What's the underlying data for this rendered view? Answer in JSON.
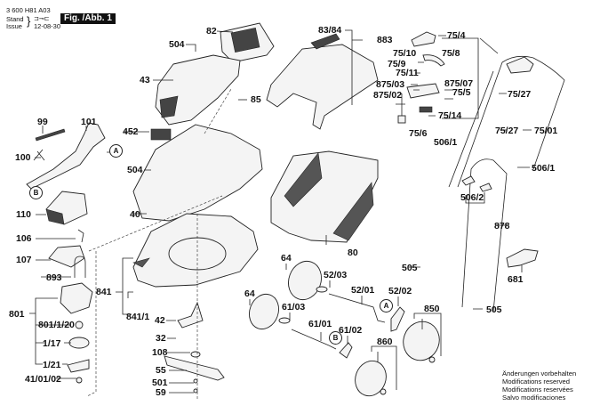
{
  "header": {
    "part_number": "3 600 H81 A03",
    "stand_label": "Stand",
    "issue_label": "Issue",
    "date": "12-08-30",
    "figure_label": "Fig. /Abb. 1"
  },
  "notes": [
    "Änderungen vorbehalten",
    "Modifications reserved",
    "Modifications reservées",
    "Salvo modificaciones"
  ],
  "callouts": {
    "A": "A",
    "B": "B"
  },
  "labels": {
    "l82": "82",
    "l504a": "504",
    "l43": "43",
    "l85": "85",
    "l8384": "83/84",
    "l883": "883",
    "l75_4": "75/4",
    "l75_10": "75/10",
    "l75_8": "75/8",
    "l75_9": "75/9",
    "l75_11": "75/11",
    "l875_03": "875/03",
    "l875_07": "875/07",
    "l875_02": "875/02",
    "l75_5": "75/5",
    "l75_14": "75/14",
    "l75_6": "75/6",
    "l506_1a": "506/1",
    "l75_27a": "75/27",
    "l75_27b": "75/27",
    "l75_01": "75/01",
    "l506_1b": "506/1",
    "l506_2": "506/2",
    "l878": "878",
    "l681": "681",
    "l505a": "505",
    "l505b": "505",
    "l99": "99",
    "l101": "101",
    "l100": "100",
    "l452": "452",
    "l504b": "504",
    "l40": "40",
    "l110": "110",
    "l106": "106",
    "l107": "107",
    "l80": "80",
    "l893": "893",
    "l801": "801",
    "l801_1_20": "801/1/20",
    "l1_17": "1/17",
    "l1_21": "1/21",
    "l41_01_02": "41/01/02",
    "l841": "841",
    "l841_1": "841/1",
    "l42": "42",
    "l32": "32",
    "l108": "108",
    "l55": "55",
    "l501": "501",
    "l59": "59",
    "l64a": "64",
    "l64b": "64",
    "l52_03": "52/03",
    "l52_01": "52/01",
    "l52_02": "52/02",
    "l61_03": "61/03",
    "l61_01": "61/01",
    "l61_02": "61/02",
    "l850": "850",
    "l860": "860"
  }
}
